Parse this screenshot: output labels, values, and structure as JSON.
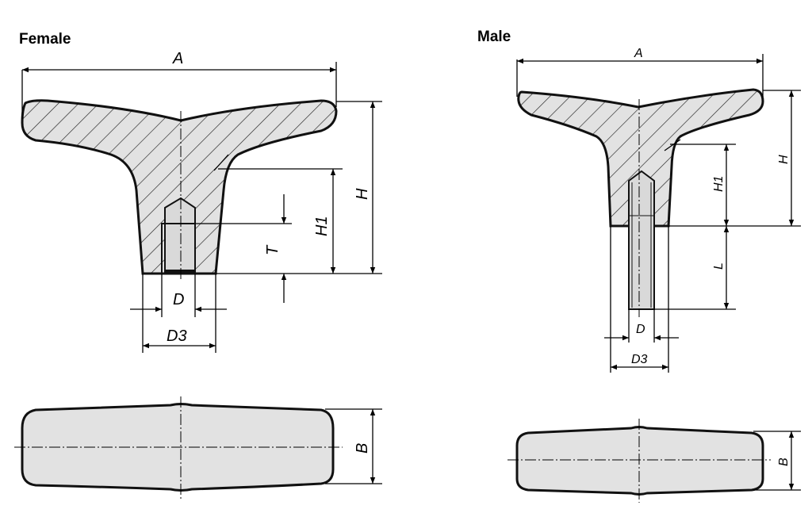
{
  "female": {
    "title": "Female",
    "labels": {
      "A": "A",
      "H": "H",
      "H1": "H1",
      "T": "T",
      "D": "D",
      "D3": "D3",
      "B": "B"
    }
  },
  "male": {
    "title": "Male",
    "labels": {
      "A": "A",
      "H": "H",
      "H1": "H1",
      "L": "L",
      "D": "D",
      "D3": "D3",
      "B": "B"
    }
  },
  "colors": {
    "fill": "#e2e2e2",
    "stroke": "#111111"
  }
}
